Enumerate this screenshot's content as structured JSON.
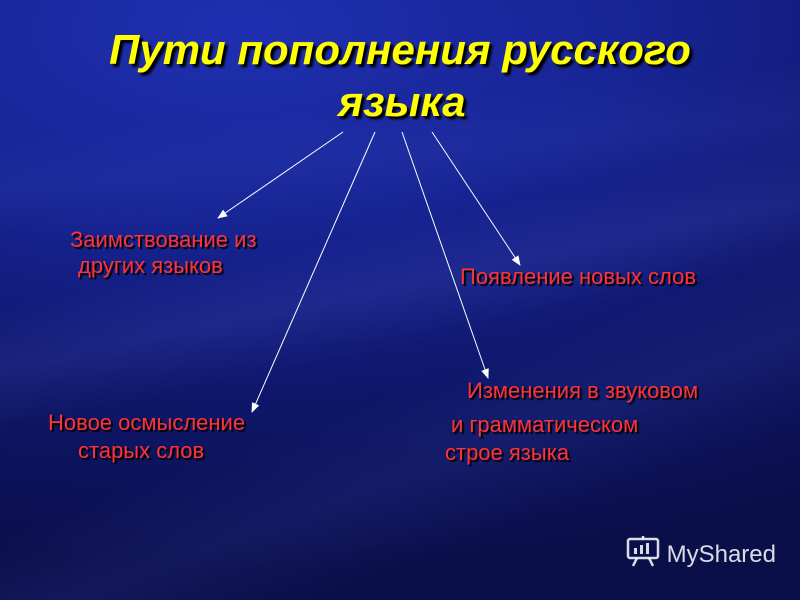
{
  "title": {
    "line1": "Пути пополнения русского",
    "line2": "языка"
  },
  "nodes": {
    "borrowing": {
      "line1": "Заимствование из",
      "line2": "других языков"
    },
    "new_words": {
      "line1": "Появление новых слов"
    },
    "rethinking": {
      "line1": "Новое осмысление",
      "line2": "старых слов"
    },
    "changes": {
      "line1": "Изменения в звуковом",
      "line2": "и грамматическом",
      "line3": "строе  языка"
    }
  },
  "watermark": {
    "text": "MyShared",
    "icon": "presentation-icon"
  },
  "colors": {
    "title": "#ffff00",
    "node_text": "#ff3333",
    "arrow": "#ffffff"
  }
}
